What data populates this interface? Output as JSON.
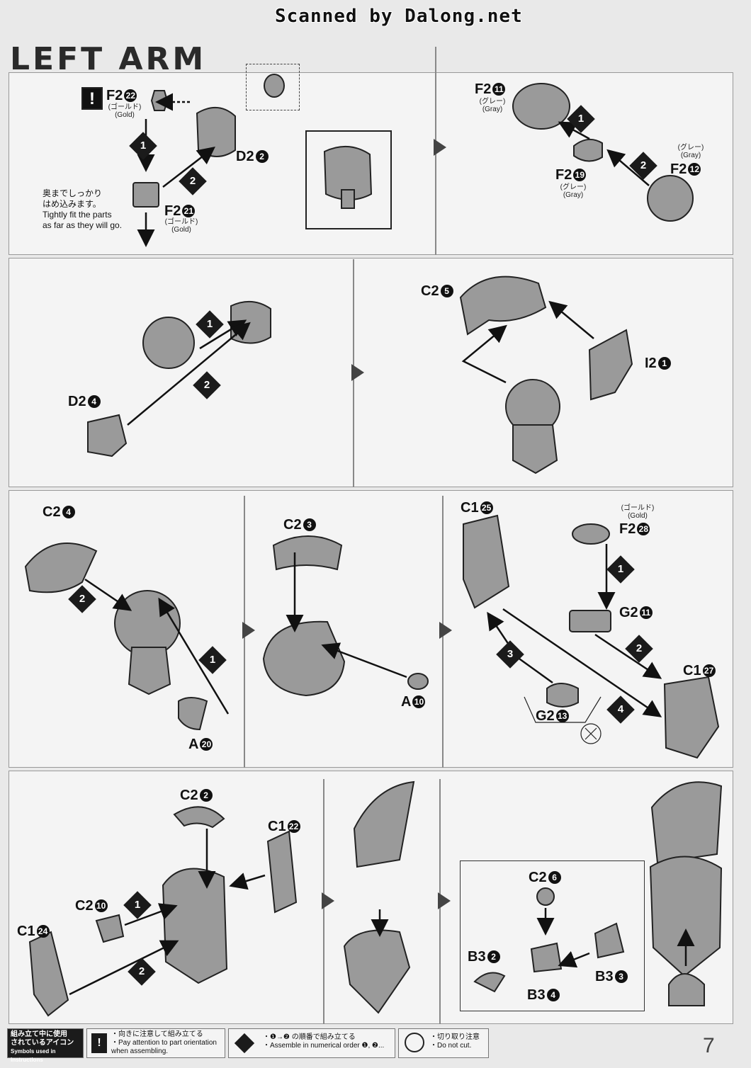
{
  "watermark": "Scanned by Dalong.net",
  "section_title": "LEFT ARM",
  "page_number": "7",
  "step1": {
    "attention_mark": "!",
    "f2_22": {
      "code": "F2",
      "num": "22",
      "jp": "(ゴールド)",
      "en": "(Gold)"
    },
    "f2_21": {
      "code": "F2",
      "num": "21",
      "jp": "(ゴールド)",
      "en": "(Gold)"
    },
    "d2_2": {
      "code": "D2",
      "num": "2"
    },
    "note_jp_1": "奥までしっかり",
    "note_jp_2": "はめ込みます。",
    "note_en_1": "Tightly fit the parts",
    "note_en_2": "as far as they will go.",
    "order_1": "1",
    "order_2": "2"
  },
  "step2": {
    "f2_11": {
      "code": "F2",
      "num": "11",
      "jp": "(グレー)",
      "en": "(Gray)"
    },
    "f2_19": {
      "code": "F2",
      "num": "19",
      "jp": "(グレー)",
      "en": "(Gray)"
    },
    "f2_12": {
      "code": "F2",
      "num": "12",
      "jp": "(グレー)",
      "en": "(Gray)"
    },
    "order_1": "1",
    "order_2": "2"
  },
  "step3": {
    "d2_4": {
      "code": "D2",
      "num": "4"
    },
    "order_1": "1",
    "order_2": "2"
  },
  "step4": {
    "c2_5": {
      "code": "C2",
      "num": "5"
    },
    "i2_1": {
      "code": "I2",
      "num": "1"
    }
  },
  "step5": {
    "c2_4": {
      "code": "C2",
      "num": "4"
    },
    "a_20": {
      "code": "A",
      "num": "20"
    },
    "order_1": "1",
    "order_2": "2"
  },
  "step6": {
    "c2_3": {
      "code": "C2",
      "num": "3"
    },
    "a_10": {
      "code": "A",
      "num": "10"
    }
  },
  "step7": {
    "c1_25": {
      "code": "C1",
      "num": "25"
    },
    "f2_28": {
      "code": "F2",
      "num": "28",
      "jp": "(ゴールド)",
      "en": "(Gold)"
    },
    "g2_11": {
      "code": "G2",
      "num": "11"
    },
    "c1_27": {
      "code": "C1",
      "num": "27"
    },
    "g2_13": {
      "code": "G2",
      "num": "13"
    },
    "order_1": "1",
    "order_2": "2",
    "order_3": "3",
    "order_4": "4"
  },
  "step8": {
    "c2_2": {
      "code": "C2",
      "num": "2"
    },
    "c1_22": {
      "code": "C1",
      "num": "22"
    },
    "c2_10": {
      "code": "C2",
      "num": "10"
    },
    "c1_24": {
      "code": "C1",
      "num": "24"
    },
    "order_1": "1",
    "order_2": "2"
  },
  "step10": {
    "c2_6": {
      "code": "C2",
      "num": "6"
    },
    "b3_2": {
      "code": "B3",
      "num": "2"
    },
    "b3_3": {
      "code": "B3",
      "num": "3"
    },
    "b3_4": {
      "code": "B3",
      "num": "4"
    }
  },
  "legend": {
    "title_jp_1": "組み立て中に使用",
    "title_jp_2": "されているアイコン",
    "title_en": "Symbols used in instructions",
    "attention_jp": "・向きに注意して組み立てる",
    "attention_en_1": "・Pay attention to part orientation",
    "attention_en_2": "when assembling.",
    "order_jp": "・❶→❷ の順番で組み立てる",
    "order_en": "・Assemble in numerical order ❶, ❷...",
    "cut_jp": "・切り取り注意",
    "cut_en": "・Do not cut."
  }
}
